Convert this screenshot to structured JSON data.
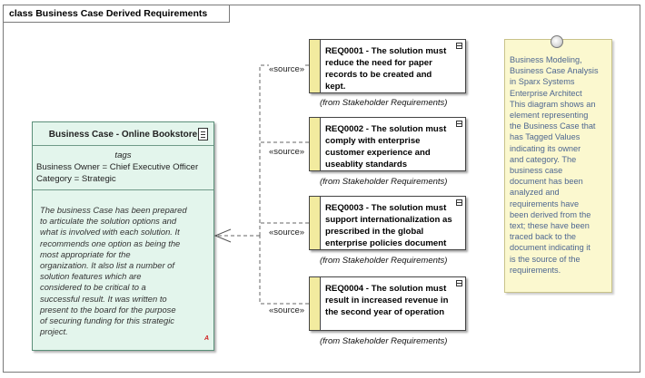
{
  "diagram": {
    "frame_title": "class Business Case Derived Requirements"
  },
  "business_case": {
    "title": "Business Case - Online Bookstore",
    "tags_header": "tags",
    "tags": [
      "Business Owner = Chief Executive Officer",
      "Category = Strategic"
    ],
    "notes_lines": [
      "The business Case has been prepared",
      "to articulate the solution options and",
      "what is involved with each solution. It",
      "recommends one option as being the",
      "most appropriate for the",
      "organization. It also list a number of",
      "solution features which are",
      "considered to be critical to a",
      "successful result. It was written to",
      "present to the board for the purpose",
      "of securing funding for this strategic",
      "project."
    ],
    "marker": "A",
    "icon": "document-icon"
  },
  "requirements": [
    {
      "lines": [
        "REQ0001 - The solution must",
        "reduce the need for paper",
        "records to be created and",
        "kept."
      ],
      "from": "(from Stakeholder Requirements)",
      "stereotype": "«source»"
    },
    {
      "lines": [
        "REQ0002 - The solution must",
        "comply with enterprise",
        "customer experience and",
        "useablity standards"
      ],
      "from": "(from Stakeholder Requirements)",
      "stereotype": "«source»"
    },
    {
      "lines": [
        "REQ0003 - The solution must",
        "support internationalization as",
        "prescribed in the global",
        "enterprise policies document"
      ],
      "from": "(from Stakeholder Requirements)",
      "stereotype": "«source»"
    },
    {
      "lines": [
        "REQ0004 - The solution must",
        "result in increased revenue in",
        "the second year of operation"
      ],
      "from": "(from Stakeholder Requirements)",
      "stereotype": "«source»"
    }
  ],
  "note": {
    "lines": [
      "Business Modeling,",
      "Business Case Analysis",
      "in Sparx Systems",
      "Enterprise Architect",
      "This diagram shows an",
      "element representing",
      "the Business Case that",
      "has Tagged Values",
      "indicating its owner",
      "and category. The",
      "business case",
      "document has been",
      "analyzed and",
      "requirements have",
      "been derived from the",
      "text; these have been",
      "traced back to the",
      "document indicating it",
      "is the source of the",
      "requirements."
    ]
  },
  "colors": {
    "requirement_bar": "#f2eb9f",
    "business_case_fill": "#e3f5ec",
    "note_fill": "#fbf8cf",
    "note_text": "#4d6690"
  }
}
